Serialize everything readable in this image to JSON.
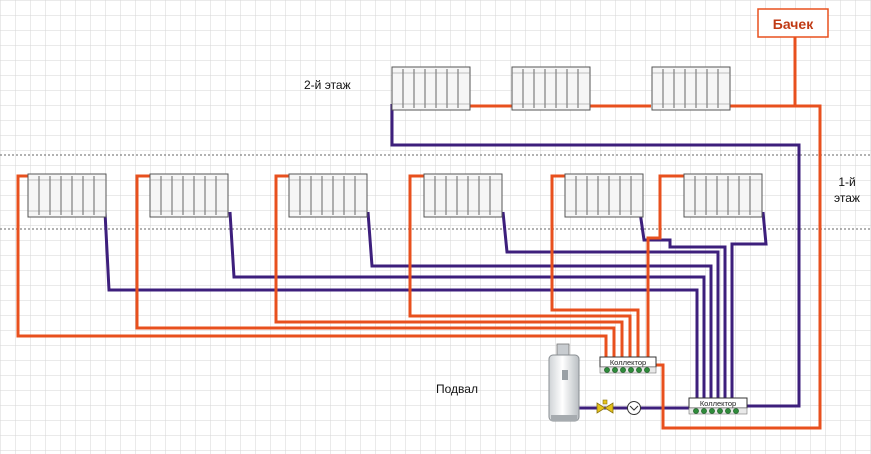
{
  "labels": {
    "floor2": "2-й этаж",
    "floor1_line1": "1-й",
    "floor1_line2": "этаж",
    "basement": "Подвал",
    "tank": "Бачек",
    "collector_supply": "Коллектор",
    "collector_return": "Коллектор"
  },
  "colors": {
    "supply": "#e8501e",
    "return": "#3d1f7c",
    "grid": "#d0d0d0",
    "radiator_fill": "#f4f4f4",
    "radiator_stroke": "#555555",
    "collector_dot": "#2e8b3a",
    "valve": "#e6c21a",
    "tank_border": "#e8501e"
  },
  "icons": [
    "radiator-icon",
    "boiler-icon",
    "collector-icon",
    "valve-icon",
    "pump-icon",
    "expansion-tank-icon"
  ]
}
